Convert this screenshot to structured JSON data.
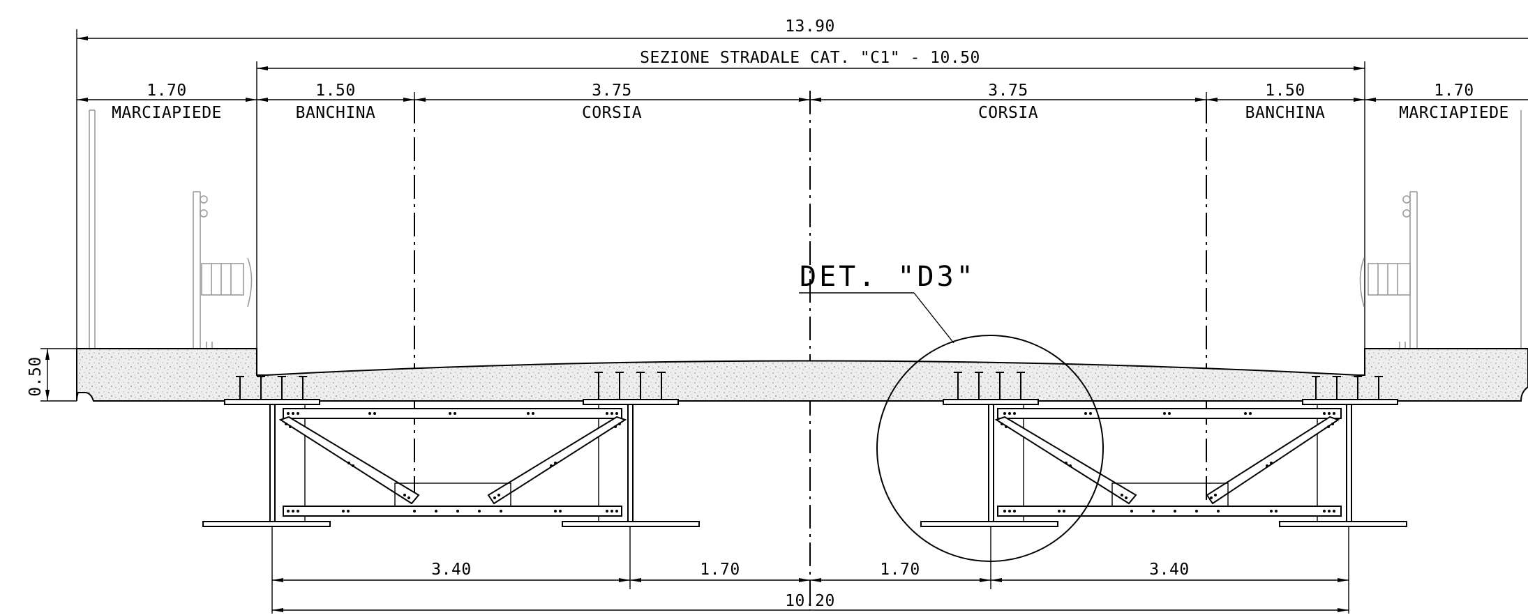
{
  "dimensions": {
    "total_width": "13.90",
    "road_section": "SEZIONE STRADALE CAT. \"C1\" - 10.50",
    "left_sidewalk_width": "1.70",
    "left_shoulder_width": "1.50",
    "left_lane_width": "3.75",
    "right_lane_width": "3.75",
    "right_shoulder_width": "1.50",
    "right_sidewalk_width": "1.70",
    "slab_thickness": "0.50",
    "left_girder_span": "3.40",
    "left_girder_to_axis": "1.70",
    "axis_to_right_girder": "1.70",
    "right_girder_span": "3.40",
    "girders_total": "10.20"
  },
  "zones": {
    "left_sidewalk": "MARCIAPIEDE",
    "left_shoulder": "BANCHINA",
    "left_lane": "CORSIA",
    "right_lane": "CORSIA",
    "right_shoulder": "BANCHINA",
    "right_sidewalk": "MARCIAPIEDE"
  },
  "detail": {
    "label": "DET. \"D3\""
  }
}
